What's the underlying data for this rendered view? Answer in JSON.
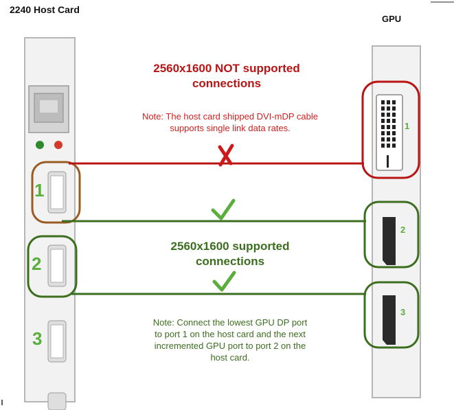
{
  "labels": {
    "host_card_title": "2240 Host Card",
    "gpu_title": "GPU"
  },
  "not_supported": {
    "heading_line1": "2560x1600 NOT supported",
    "heading_line2": "connections",
    "note_line1": "Note: The host card shipped DVI-mDP cable",
    "note_line2": "supports single link data rates."
  },
  "supported": {
    "heading_line1": "2560x1600 supported",
    "heading_line2": "connections",
    "note_line1": "Note: Connect the lowest GPU DP port",
    "note_line2": "to port 1 on the host card and the next",
    "note_line3": "incremented GPU port to port 2 on the",
    "note_line4": "host card."
  },
  "host_ports": [
    "1",
    "2",
    "3"
  ],
  "gpu_ports": [
    "1",
    "2",
    "3"
  ],
  "colors": {
    "red": "#b81414",
    "green": "#3c6e1f",
    "brown": "#9a5a22",
    "port_green": "#5aae3c"
  },
  "icons": [
    "cross-icon",
    "checkmark-icon"
  ]
}
